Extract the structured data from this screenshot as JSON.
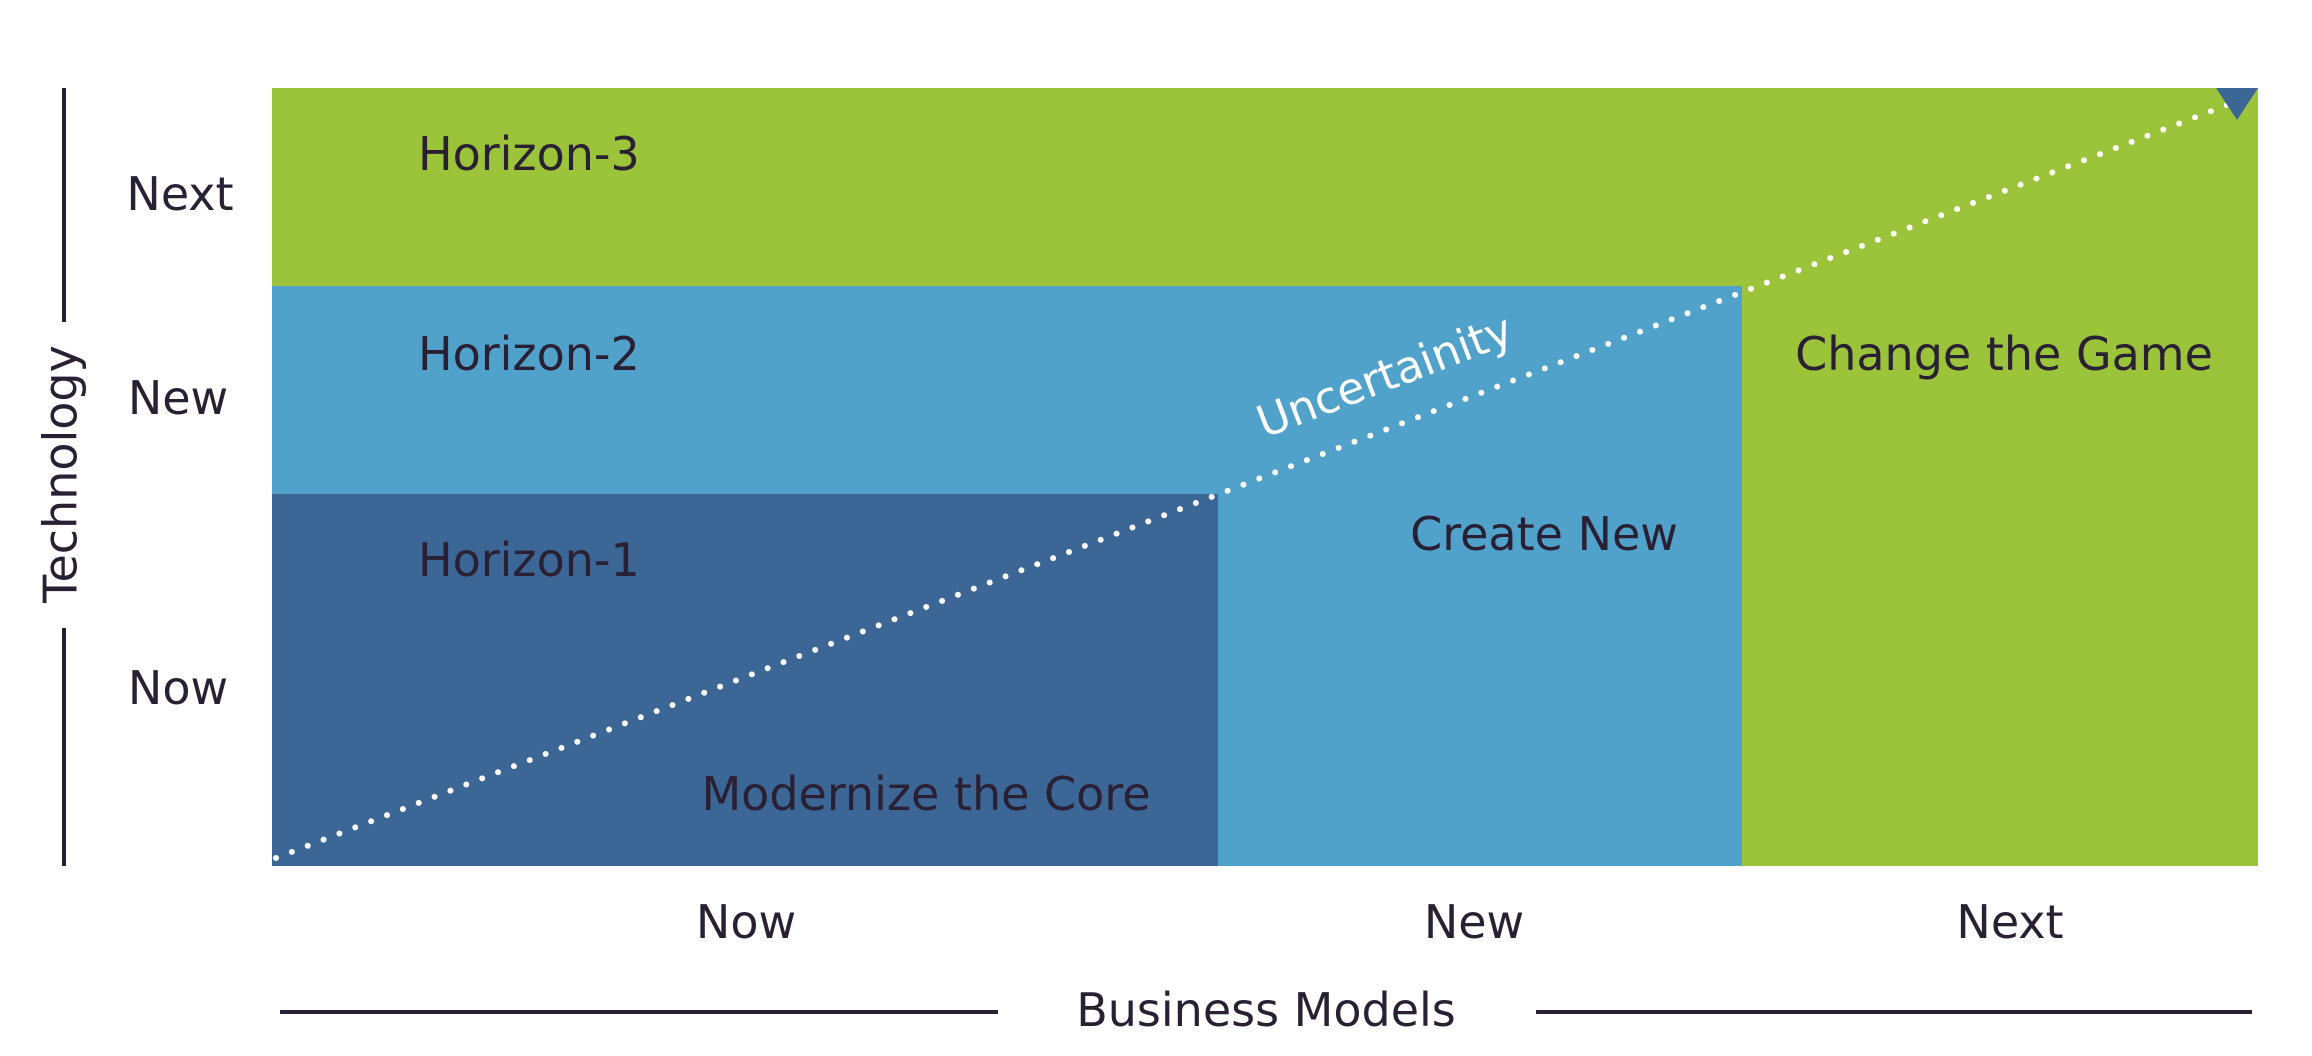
{
  "y_axis": {
    "title": "Technology",
    "ticks": [
      "Next",
      "New",
      "Now"
    ]
  },
  "x_axis": {
    "title": "Business Models",
    "ticks": [
      "Now",
      "New",
      "Next"
    ]
  },
  "horizons": [
    {
      "label": "Horizon-3",
      "color": "#9bc43a"
    },
    {
      "label": "Horizon-2",
      "color": "#51a2cb"
    },
    {
      "label": "Horizon-1",
      "color": "#3b6696"
    }
  ],
  "zones": {
    "core": "Modernize the Core",
    "create": "Create New",
    "game": "Change the Game"
  },
  "diagonal": {
    "label": "Uncertainity",
    "color": "#ffffff"
  },
  "marker": {
    "color": "#3b6696"
  },
  "text_color": "#2a2033"
}
